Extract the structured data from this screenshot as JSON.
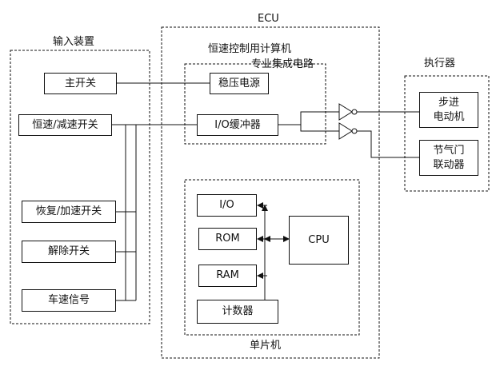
{
  "ecu": {
    "title": "ECU",
    "cruise_computer": "恒速控制用计算机",
    "asic": "专业集成电路",
    "mcu": "单片机"
  },
  "input": {
    "title": "输入装置",
    "main_switch": "主开关",
    "set_coast_switch": "恒速/减速开关",
    "resume_accel_switch": "恢复/加速开关",
    "cancel_switch": "解除开关",
    "speed_signal": "车速信号"
  },
  "asic_blocks": {
    "regulator": "稳压电源",
    "io_buffer": "I/O缓冲器"
  },
  "mcu_blocks": {
    "io": "I/O",
    "rom": "ROM",
    "ram": "RAM",
    "cpu": "CPU",
    "counter": "计数器"
  },
  "actuator": {
    "title": "执行器",
    "stepper_motor": "步进\n电动机",
    "throttle_linkage": "节气门\n联动器"
  }
}
